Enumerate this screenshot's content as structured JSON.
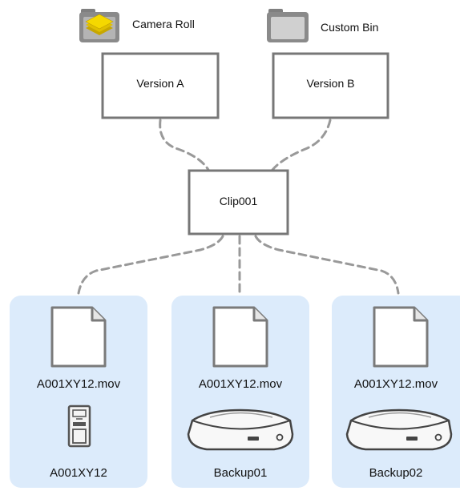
{
  "folders": [
    {
      "label": "Camera Roll",
      "icon": "camera-roll-folder-icon"
    },
    {
      "label": "Custom Bin",
      "icon": "custom-bin-folder-icon"
    }
  ],
  "versions": [
    {
      "label": "Version A"
    },
    {
      "label": "Version B"
    }
  ],
  "clip": {
    "label": "Clip001"
  },
  "sources": [
    {
      "file": "A001XY12.mov",
      "media": "A001XY12",
      "file_icon": "document-icon",
      "media_icon": "memory-card-icon"
    },
    {
      "file": "A001XY12.mov",
      "media": "Backup01",
      "file_icon": "document-icon",
      "media_icon": "hard-drive-icon"
    },
    {
      "file": "A001XY12.mov",
      "media": "Backup02",
      "file_icon": "document-icon",
      "media_icon": "hard-drive-icon"
    }
  ],
  "colors": {
    "panel_bg": "#dcebfb",
    "box_border": "#777777",
    "connector": "#999999",
    "folder_gray": "#8a8a8a",
    "folder_yellow": "#f2d200"
  }
}
